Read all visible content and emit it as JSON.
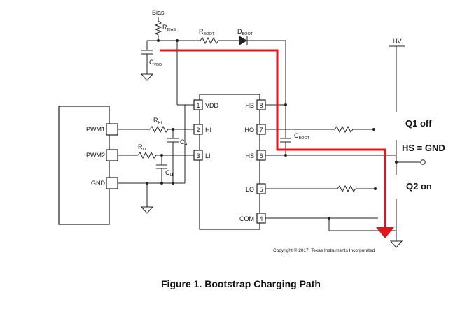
{
  "figure": {
    "caption": "Figure 1. Bootstrap Charging Path",
    "copyright": "Copyright © 2017, Texas Instruments Incorporated"
  },
  "components": {
    "bias": "Bias",
    "r_bias": {
      "main": "R",
      "sub": "BIAS"
    },
    "r_boot": {
      "main": "R",
      "sub": "BOOT"
    },
    "d_boot": {
      "main": "D",
      "sub": "BOOT"
    },
    "c_vdd": {
      "main": "C",
      "sub": "VDD"
    },
    "c_boot": {
      "main": "C",
      "sub": "BOOT"
    },
    "r_hi": {
      "main": "R",
      "sub": "HI"
    },
    "c_hi": {
      "main": "C",
      "sub": "HI"
    },
    "r_li": {
      "main": "R",
      "sub": "LI"
    },
    "c_li": {
      "main": "C",
      "sub": "LI"
    },
    "hv": "HV"
  },
  "controller": {
    "pins": [
      "PWM1",
      "PWM2",
      "GND"
    ]
  },
  "driver": {
    "left_pins": [
      {
        "num": "1",
        "name": "VDD"
      },
      {
        "num": "2",
        "name": "HI"
      },
      {
        "num": "3",
        "name": "LI"
      }
    ],
    "right_pins": [
      {
        "num": "8",
        "name": "HB"
      },
      {
        "num": "7",
        "name": "HO"
      },
      {
        "num": "6",
        "name": "HS"
      },
      {
        "num": "5",
        "name": "LO"
      },
      {
        "num": "4",
        "name": "COM"
      }
    ]
  },
  "annotations": {
    "q1": "Q1 off",
    "hs_state": "HS = GND",
    "q2": "Q2 on"
  },
  "colors": {
    "charging_path": "#e0161d",
    "wire": "#222222"
  }
}
